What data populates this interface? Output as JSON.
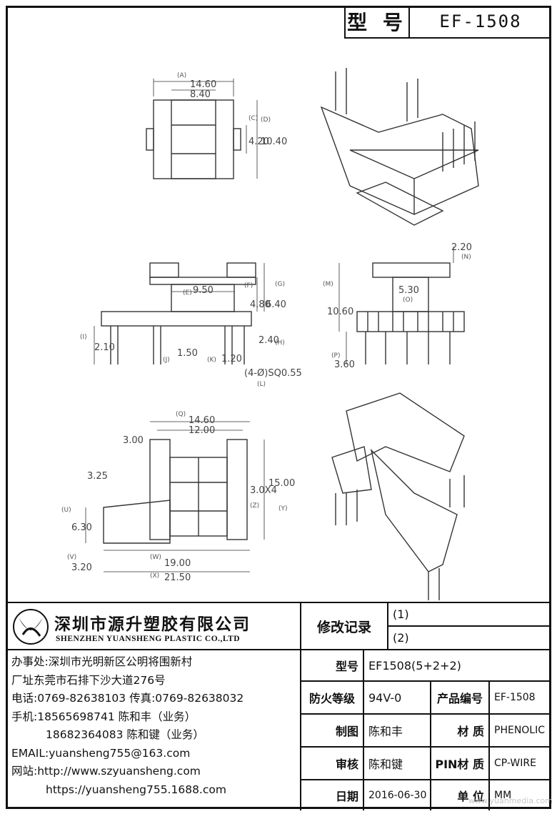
{
  "header": {
    "model_label": "型 号",
    "model_value": "EF-1508"
  },
  "drawing": {
    "top_view_dims": {
      "A": "(A)",
      "a_val": "14.60",
      "b_val": "8.40",
      "C": "(C)",
      "c_val": "4.20",
      "D": "(D)",
      "d_val": "10.40"
    },
    "front_view_dims": {
      "E": "(E)",
      "e_val": "9.50",
      "F": "(F)",
      "f_val": "4.80",
      "G": "(G)",
      "g_val": "6.40",
      "H": "(H)",
      "h_val": "2.40",
      "I": "(I)",
      "i_val": "2.10",
      "J": "(J)",
      "j_val": "1.50",
      "K": "(K)",
      "k_val": "1.20",
      "L": "(L)",
      "l_val": "(4-Ø)SQ0.55"
    },
    "side_view_dims": {
      "M": "(M)",
      "m_val": "10.60",
      "N": "(N)",
      "n_val": "2.20",
      "O": "(O)",
      "o_val": "5.30",
      "P": "(P)",
      "p_val": "3.60"
    },
    "bottom_view_dims": {
      "Q": "(Q)",
      "q_val": "14.60",
      "r_val": "12.00",
      "s_val": "3.00",
      "t_val": "3.25",
      "U": "(U)",
      "u_val": "6.30",
      "V": "(V)",
      "v_val": "3.20",
      "W": "(W)",
      "w_val": "19.00",
      "X": "(X)",
      "x_val": "21.50",
      "Y": "(Y)",
      "y_val": "15.00",
      "Z": "(Z)",
      "z_val": "3.0X4"
    }
  },
  "company": {
    "name_cn": "深圳市源升塑胶有限公司",
    "name_en": "SHENZHEN YUANSHENG PLASTIC CO.,LTD",
    "office": "办事处:深圳市光明新区公明将围新村",
    "factory": "厂址东莞市石排下沙大道276号",
    "phone": "电话:0769-82638103 传真:0769-82638032",
    "mobile1": "手机:18565698741 陈和丰（业务）",
    "mobile2": "18682364083 陈和键（业务）",
    "email": "EMAIL:yuansheng755@163.com",
    "website1": "网站:http://www.szyuansheng.com",
    "website2": "https://yuansheng755.1688.com"
  },
  "table": {
    "revision_label": "修改记录",
    "rev1": "(1)",
    "rev2": "(2)",
    "model_label": "型号",
    "model_value": "EF1508(5+2+2)",
    "fire_label": "防火等级",
    "fire_value": "94V-0",
    "product_no_label": "产品编号",
    "product_no_value": "EF-1508",
    "drawn_label": "制图",
    "drawn_value": "陈和丰",
    "material_label": "材 质",
    "material_value": "PHENOLIC",
    "review_label": "审核",
    "review_value": "陈和键",
    "pin_label": "PIN材 质",
    "pin_value": "CP-WIRE",
    "date_label": "日期",
    "date_value": "2016-06-30",
    "unit_label": "单 位",
    "unit_value": "MM"
  },
  "watermark": "www.yuanmedia.com"
}
